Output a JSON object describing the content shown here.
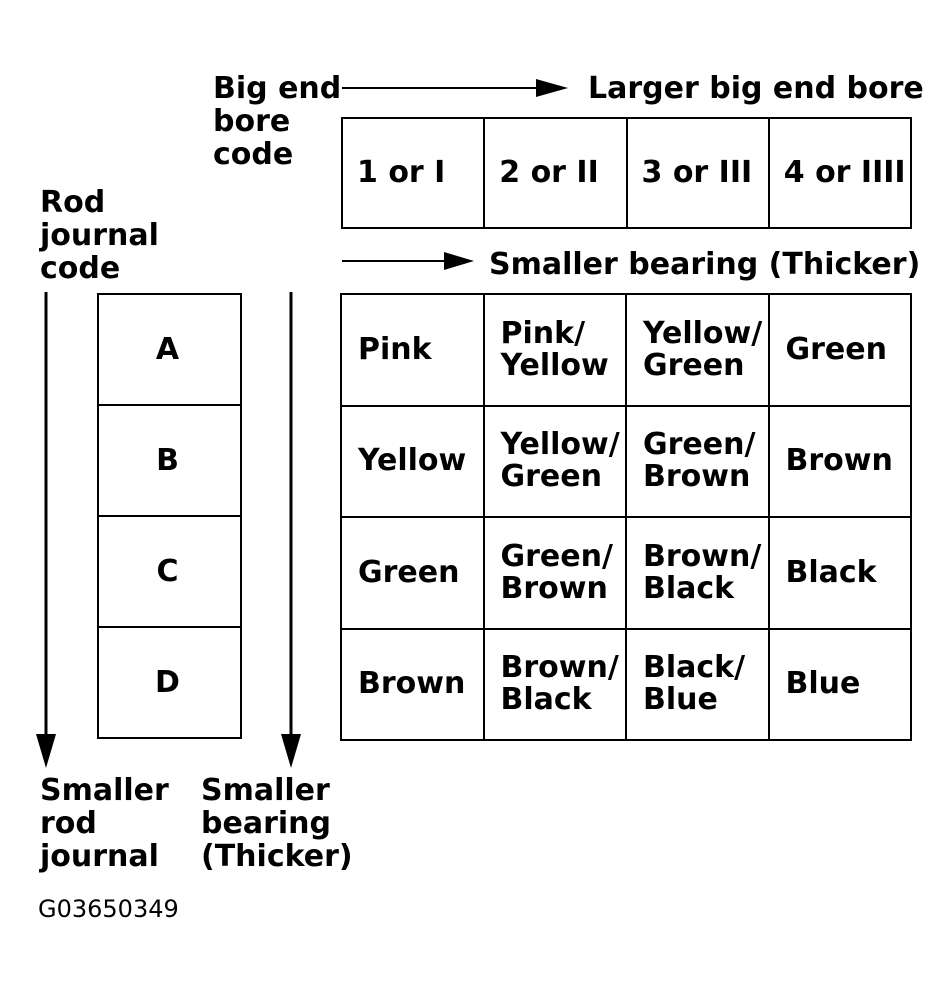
{
  "labels": {
    "big_end_bore_code": "Big end\nbore\ncode",
    "larger_big_end_bore": "Larger big end bore",
    "rod_journal_code": "Rod\njournal\ncode",
    "smaller_bearing_top": "Smaller bearing (Thicker)",
    "smaller_rod_journal": "Smaller\nrod\njournal",
    "smaller_bearing_bottom": "Smaller\nbearing\n(Thicker)",
    "figure_code": "G03650349"
  },
  "bore_codes": [
    "1 or I",
    "2 or II",
    "3 or III",
    "4 or IIII"
  ],
  "journal_codes": [
    "A",
    "B",
    "C",
    "D"
  ],
  "bearing_colors": [
    [
      "Pink",
      "Pink/\nYellow",
      "Yellow/\nGreen",
      "Green"
    ],
    [
      "Yellow",
      "Yellow/\nGreen",
      "Green/\nBrown",
      "Brown"
    ],
    [
      "Green",
      "Green/\nBrown",
      "Brown/\nBlack",
      "Black"
    ],
    [
      "Brown",
      "Brown/\nBlack",
      "Black/\nBlue",
      "Blue"
    ]
  ]
}
